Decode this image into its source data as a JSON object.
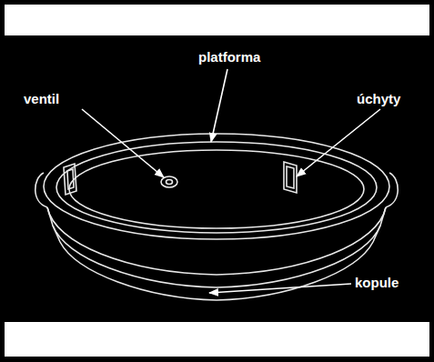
{
  "diagram": {
    "labels": [
      "platforma",
      "ventil",
      "úchyty",
      "kopule"
    ]
  }
}
